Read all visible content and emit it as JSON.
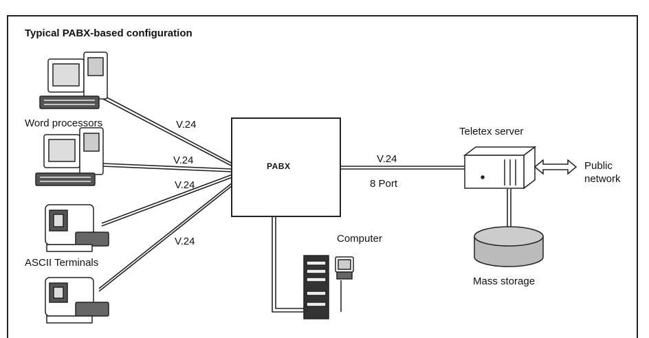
{
  "title": "Typical PABX-based configuration",
  "pabx_label": "PABX",
  "labels": {
    "word_processors": "Word processors",
    "ascii_terminals": "ASCII Terminals",
    "teletex_server": "Teletex server",
    "computer": "Computer",
    "mass_storage": "Mass storage",
    "public": "Public",
    "network": "network",
    "link_1": "V.24",
    "link_2": "V.24",
    "link_3": "V.24",
    "link_4": "V.24",
    "server_link": "V.24",
    "ports": "8 Port"
  }
}
